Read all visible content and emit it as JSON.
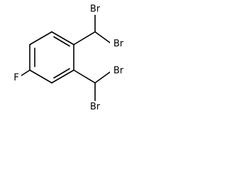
{
  "structure": {
    "atoms": {
      "br_top_1": "Br",
      "br_top_2": "Br",
      "br_bottom_1": "Br",
      "br_bottom_2": "Br",
      "fluorine": "F"
    },
    "colors": {
      "bond": "#000000",
      "label": "#000000",
      "background": "#ffffff"
    }
  }
}
